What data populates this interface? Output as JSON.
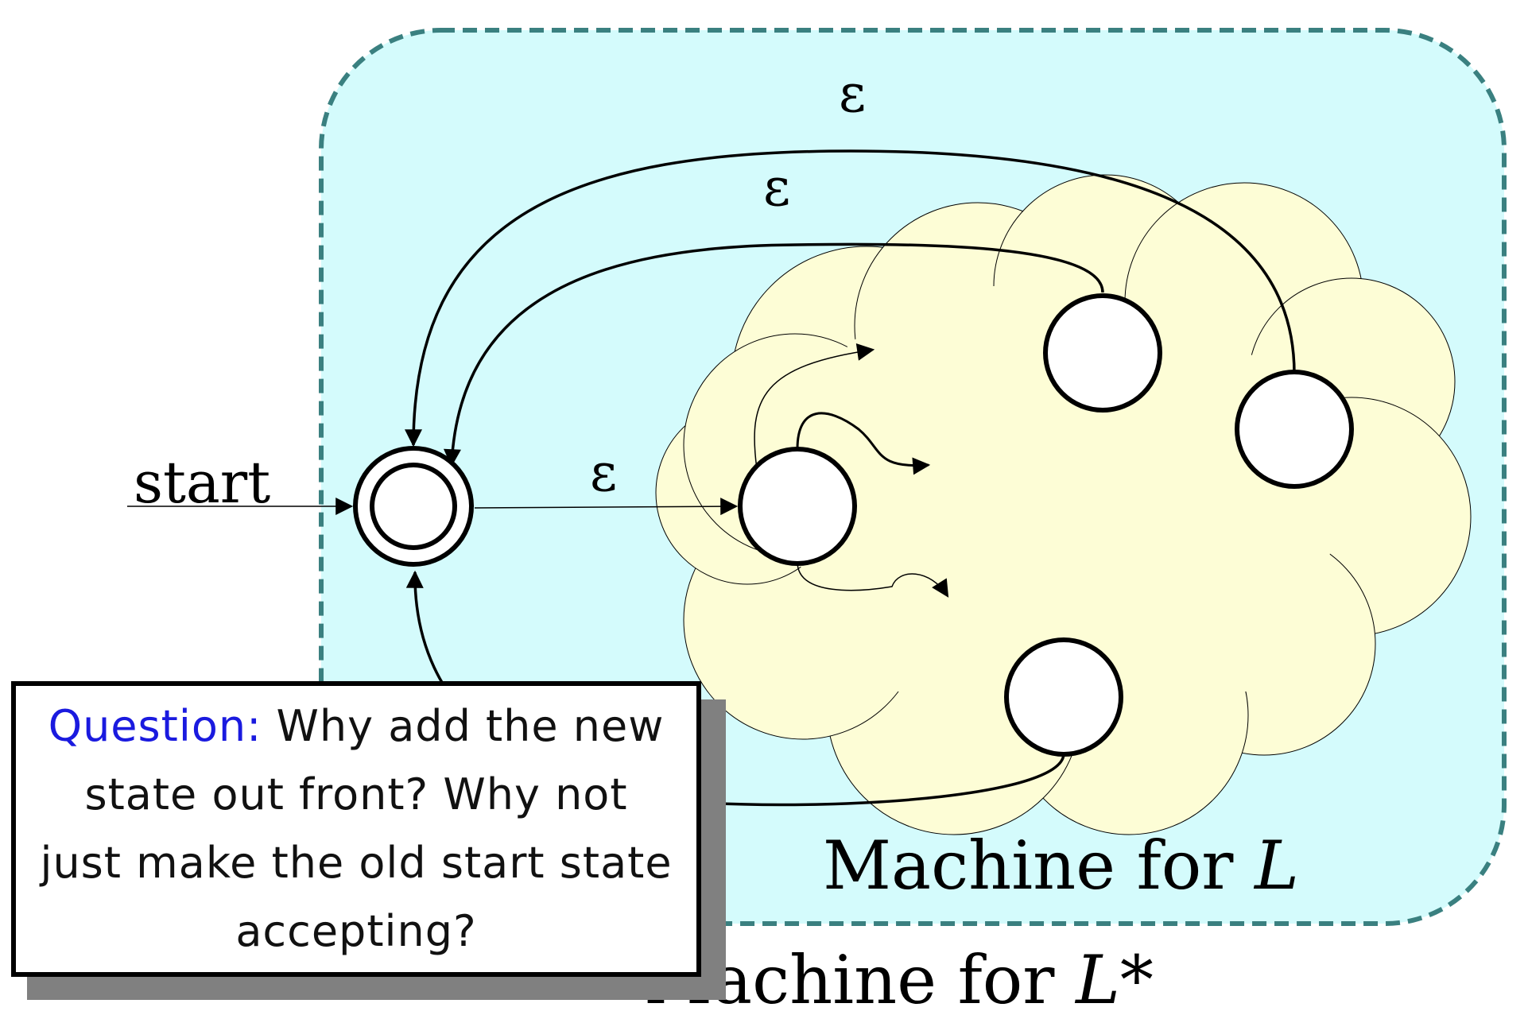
{
  "labels": {
    "start": "start",
    "epsilon_top": "ε",
    "epsilon_mid": "ε",
    "epsilon_right": "ε",
    "machine_L_prefix": "Machine for ",
    "machine_L_var": "L",
    "machine_Lstar_prefix": "Machine for ",
    "machine_Lstar_var": "L*"
  },
  "callout": {
    "question_label": "Question:",
    "question_text": " Why add the new state out front? Why not just make the old start state accepting?"
  },
  "colors": {
    "outer_region_fill": "#d4fbfc",
    "outer_region_border": "#3a8080",
    "cloud_fill": "#fdfdd6",
    "question_accent": "#1a1adf"
  }
}
